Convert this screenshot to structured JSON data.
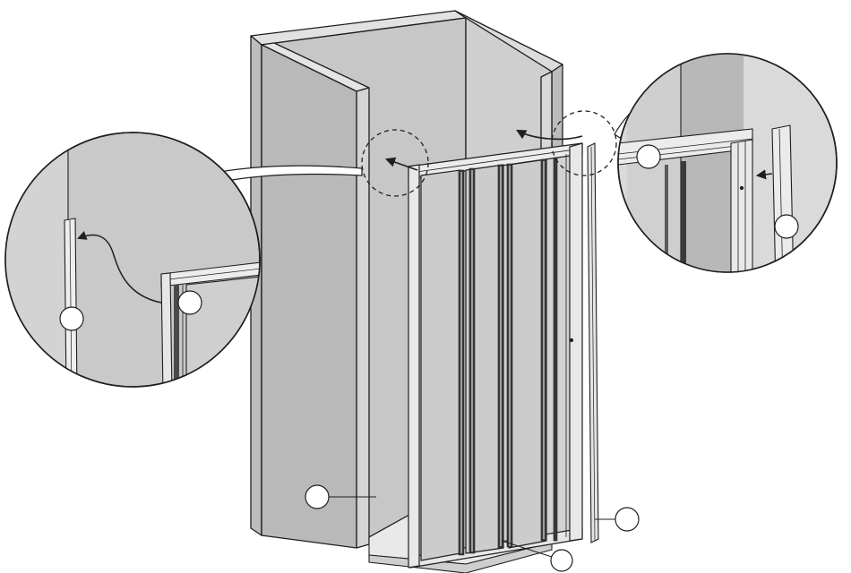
{
  "figure": {
    "kind": "shower enclosure sliding door assembly diagram",
    "callouts": [
      {
        "id": "callout-left-detail-profile",
        "text": ""
      },
      {
        "id": "callout-left-detail-frame",
        "text": ""
      },
      {
        "id": "callout-right-detail-frame",
        "text": ""
      },
      {
        "id": "callout-right-detail-profile",
        "text": ""
      },
      {
        "id": "callout-shower-tray",
        "text": ""
      },
      {
        "id": "callout-side-profile",
        "text": ""
      },
      {
        "id": "callout-bottom-track",
        "text": ""
      }
    ],
    "colors": {
      "wall": "#c9c9c9",
      "wall_light": "#dedede",
      "wall_dark": "#a9a9a9",
      "glass": "#d7d7d7",
      "frame": "#e6e6e6",
      "outline": "#1f1f1f"
    }
  }
}
